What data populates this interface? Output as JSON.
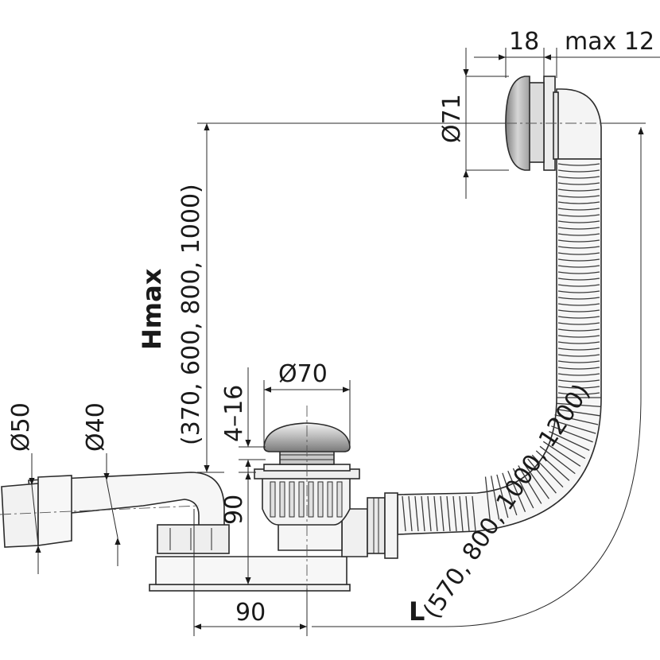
{
  "labels": {
    "overflow_thickness": "18",
    "overflow_max": "max 12",
    "overflow_diameter": "Ø71",
    "hmax_title": "Hmax",
    "hmax_values": "(370, 600, 800, 1000)",
    "plug_diameter": "Ø70",
    "plug_adjust": "4–16",
    "outlet_d50": "Ø50",
    "outlet_d40": "Ø40",
    "height_90": "90",
    "horizontal_90": "90",
    "length_title": "L",
    "length_values": "(570, 800, 1000, 1200)"
  },
  "colors": {
    "line": "#2b2b2b",
    "metal_light": "#e2e2e2",
    "metal_dark": "#8f8f8f",
    "plastic": "#f4f4f4"
  }
}
